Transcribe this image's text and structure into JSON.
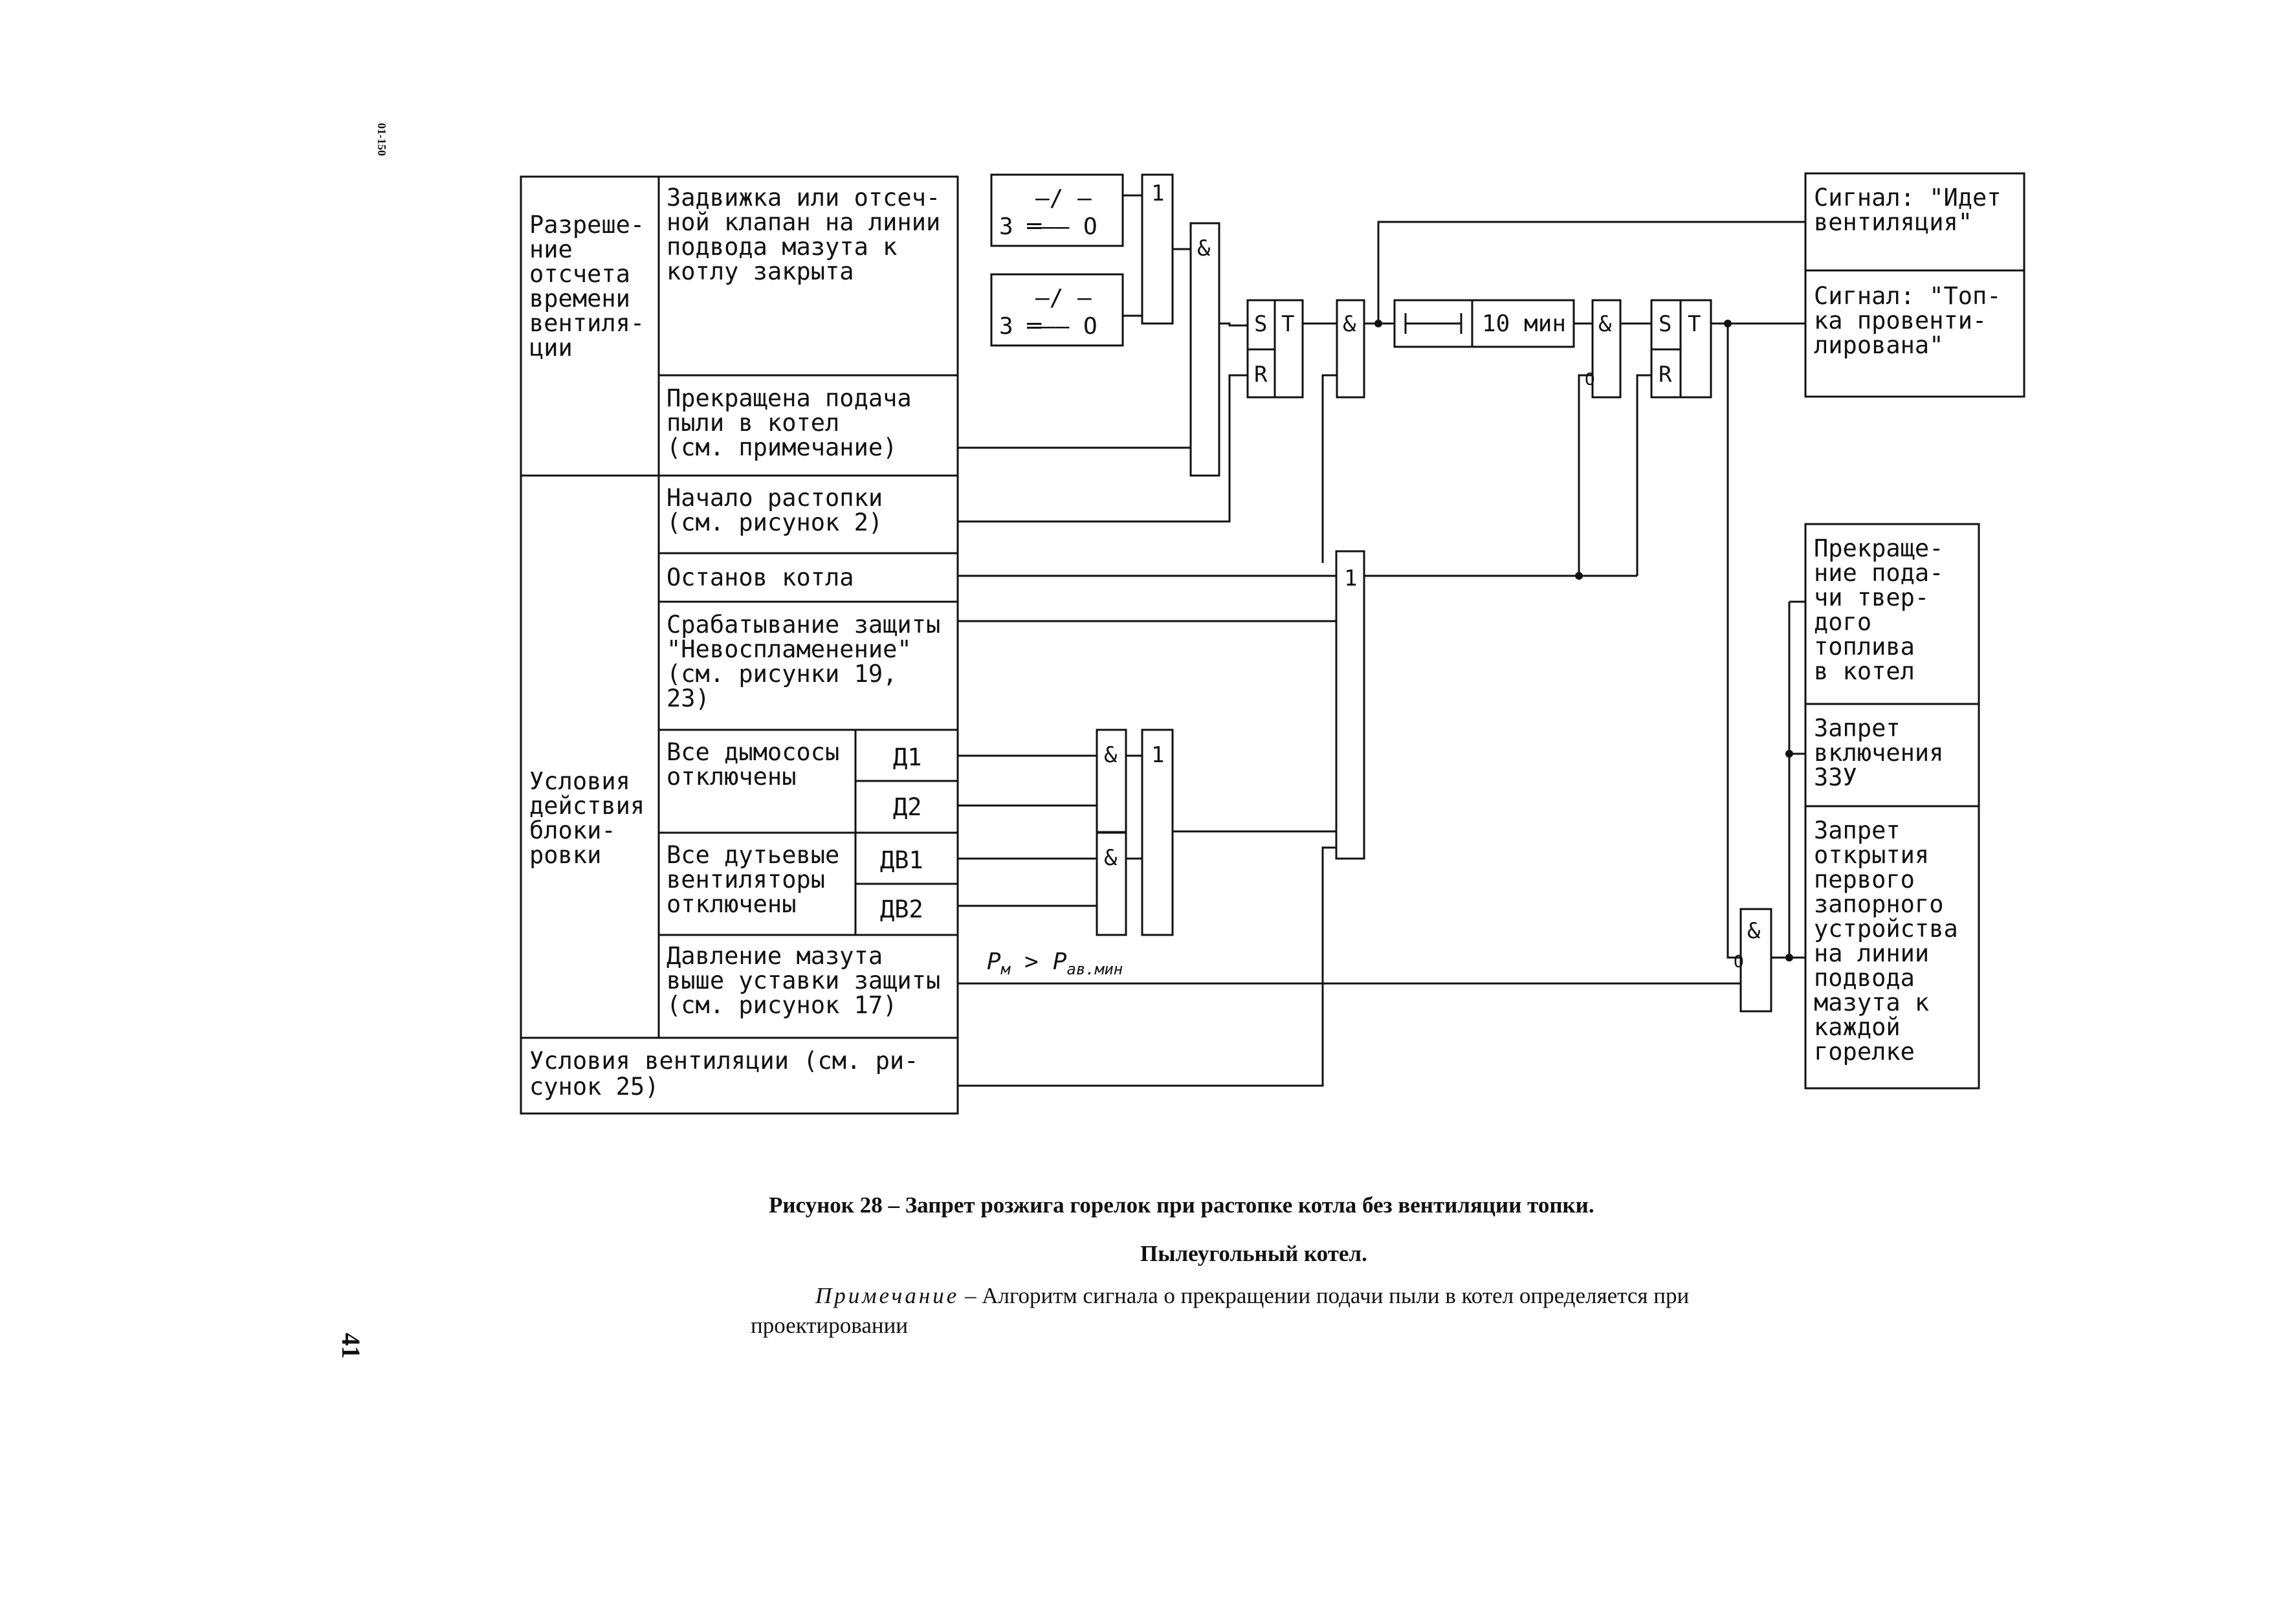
{
  "doc_number": "01-150",
  "page_number": "41",
  "left_table": {
    "permission_label": [
      "Разреше-",
      "ние",
      "отсчета",
      "времени",
      "вентиля-",
      "ции"
    ],
    "conditions_label": [
      "Условия",
      "действия",
      "блоки-",
      "ровки"
    ],
    "vent_conditions": [
      "Условия вентиляции (см. ри-",
      "сунок 25)"
    ]
  },
  "rows": {
    "valve_closed": [
      "Задвижка или отсеч-",
      "ной клапан на линии",
      "подвода мазута к",
      "котлу закрыта"
    ],
    "dust_stopped": [
      "Прекращена подача",
      "пыли в котел",
      "(см. примечание)"
    ],
    "startup": [
      "Начало растопки",
      "(см. рисунок 2)"
    ],
    "shutdown": [
      "Останов котла"
    ],
    "flame_protection": [
      "Срабатывание защиты",
      "\"Невоспламенение\"",
      "(см. рисунки 19,",
      "23)"
    ],
    "smoke_exhausters": [
      "Все дымососы",
      "отключены"
    ],
    "blower_fans": [
      "Все дутьевые",
      "вентиляторы",
      "отключены"
    ],
    "fuel_pressure": [
      "Давление мазута",
      "выше уставки защиты",
      "(см. рисунок 17)"
    ]
  },
  "tags": {
    "d1": "Д1",
    "d2": "Д2",
    "dv1": "ДВ1",
    "dv2": "ДВ2"
  },
  "switch": {
    "line1": "—/ —",
    "line2": "З ═—— О"
  },
  "gates": {
    "and": "&",
    "or": "1",
    "set": "S",
    "reset": "R",
    "trigger": "T",
    "inverse": "О"
  },
  "timer": {
    "label": "10 мин"
  },
  "pressure": {
    "pm": "Р",
    "pm_sub": "м",
    "gt": ">",
    "pav": "Р",
    "pav_sub": "ав.мин"
  },
  "outputs": {
    "signal_vent": [
      "Сигнал: \"Идет",
      "вентиляция\""
    ],
    "signal_done": [
      "Сигнал: \"Топ-",
      "ка провенти-",
      "лирована\""
    ],
    "stop_solid_fuel": [
      "Прекраще-",
      "ние пода-",
      "чи твер-",
      "дого",
      "топлива",
      "в котел"
    ],
    "ban_zzu": [
      "Запрет",
      "включения",
      "ЗЗУ"
    ],
    "ban_valve": [
      "Запрет",
      "открытия",
      "первого",
      "запорного",
      "устройства",
      "на линии",
      "подвода",
      "мазута к",
      "каждой",
      "горелке"
    ]
  },
  "caption": {
    "title": "Рисунок 28 – Запрет розжига горелок при растопке котла без вентиляции топки.",
    "subtitle": "Пылеугольный котел.",
    "note_label": "Примечание",
    "note_text": " – Алгоритм сигнала о прекращении подачи пыли в котел определяется при проектировании"
  }
}
